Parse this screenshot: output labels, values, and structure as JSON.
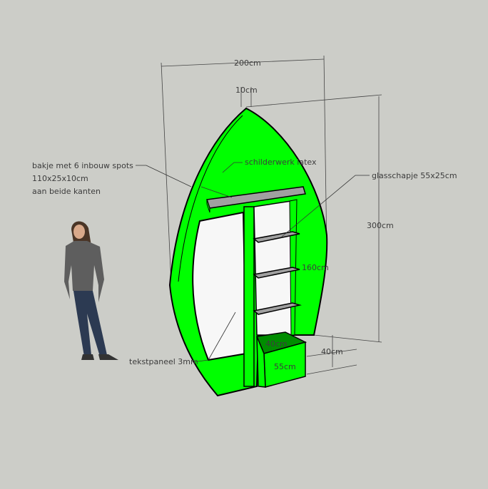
{
  "dimensions": {
    "width_total": "200cm",
    "top": "10cm",
    "height_total": "300cm",
    "shelf_height": "160cm",
    "box_depth": "40cm",
    "box_height": "40cm",
    "box_width": "55cm"
  },
  "annotations": {
    "tray_line1": "bakje met 6 inbouw spots",
    "tray_line2": "110x25x10cm",
    "tray_line3": "aan beide kanten",
    "paint": "schilderwerk latex",
    "glass_shelf": "glasschapje 55x25cm",
    "text_panel": "tekstpaneel 3mm"
  },
  "colors": {
    "background": "#cccdc8",
    "body": "#00ff00",
    "panel": "#f7f7f7",
    "shelf": "#a0a0a0"
  }
}
